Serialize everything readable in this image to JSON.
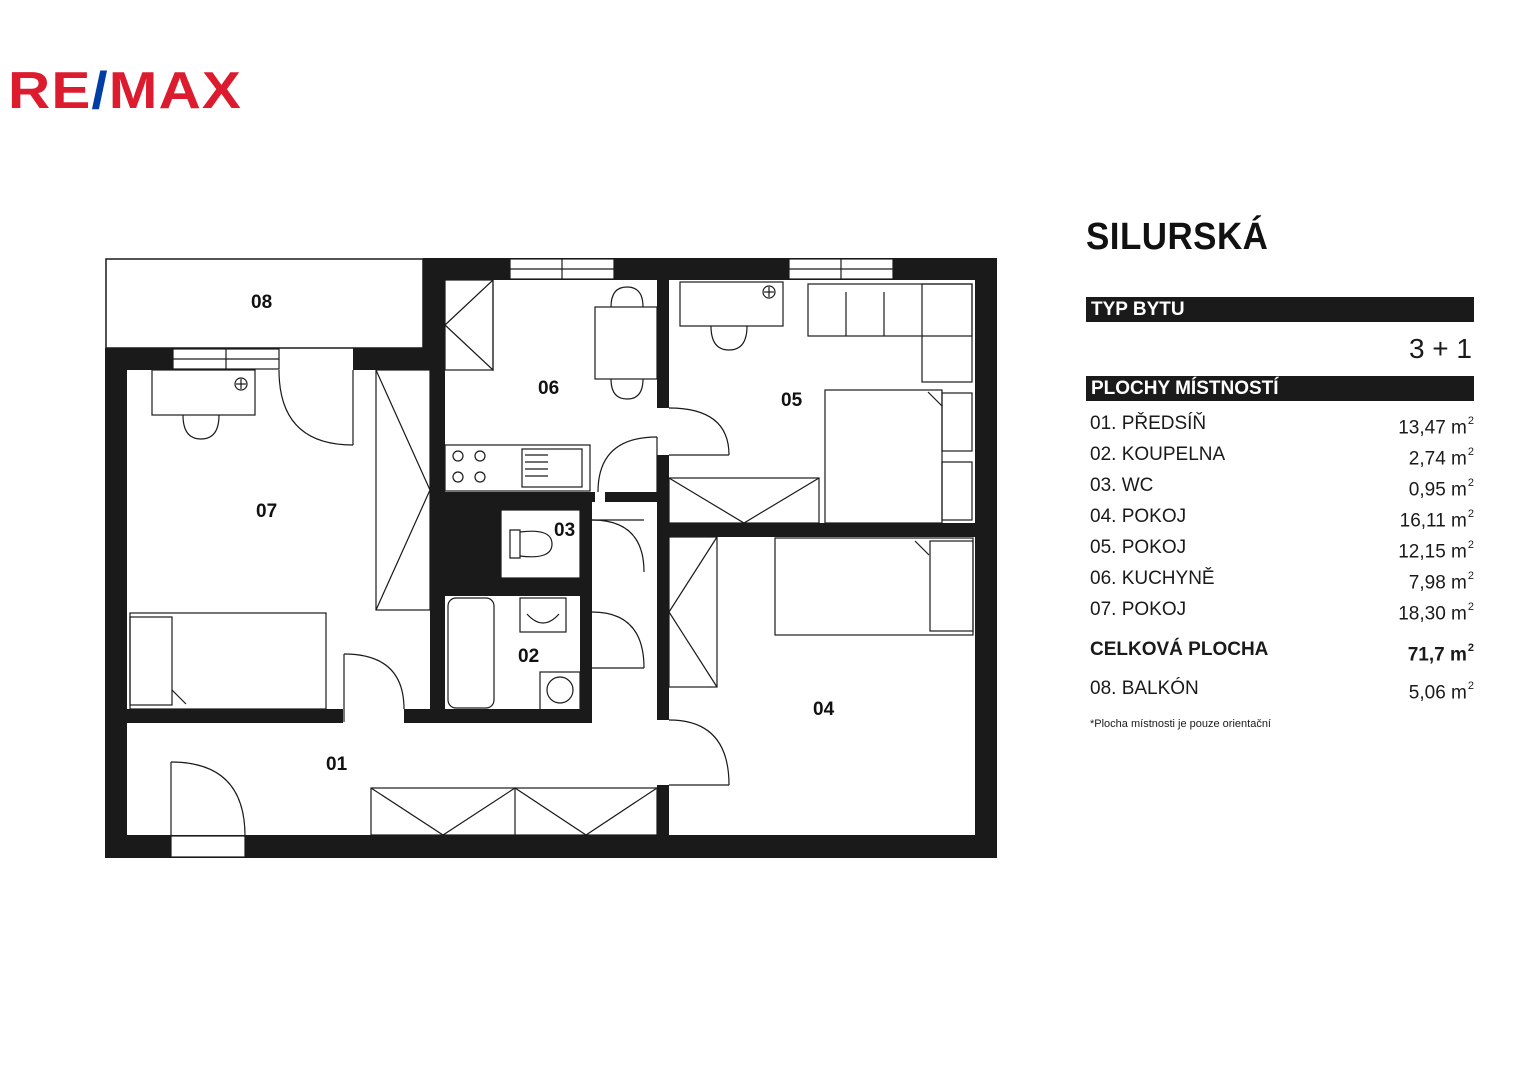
{
  "brand": {
    "logo_text": "RE/MAX",
    "colors": {
      "red": "#dc1c2e",
      "blue": "#003da5"
    }
  },
  "apartment": {
    "title": "SILURSKÁ",
    "type_label": "TYP BYTU",
    "type_value": "3 + 1",
    "areas_label": "PLOCHY MÍSTNOSTÍ",
    "rooms": [
      {
        "name": "01. PŘEDSÍŇ",
        "area": "13,47 m"
      },
      {
        "name": "02. KOUPELNA",
        "area": "2,74 m"
      },
      {
        "name": "03. WC",
        "area": "0,95 m"
      },
      {
        "name": "04. POKOJ",
        "area": "16,11 m"
      },
      {
        "name": "05. POKOJ",
        "area": "12,15 m"
      },
      {
        "name": "06. KUCHYNĚ",
        "area": "7,98 m"
      },
      {
        "name": "07. POKOJ",
        "area": "18,30 m"
      }
    ],
    "total_label": "CELKOVÁ PLOCHA",
    "total_value": "71,7 m",
    "balcony": {
      "name": "08. BALKÓN",
      "area": "5,06 m"
    },
    "unit_sup": "2",
    "note": "*Plocha místnosti je pouze orientační"
  },
  "floorplan": {
    "labels": [
      "01",
      "02",
      "03",
      "04",
      "05",
      "06",
      "07",
      "08"
    ]
  }
}
